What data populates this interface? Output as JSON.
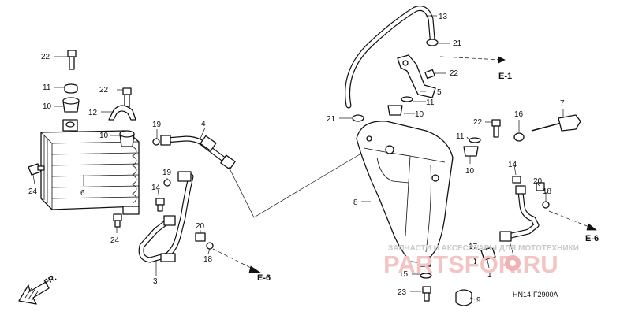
{
  "callouts": [
    {
      "id": "c13",
      "text": "13"
    },
    {
      "id": "c21a",
      "text": "21"
    },
    {
      "id": "c22a",
      "text": "22"
    },
    {
      "id": "c5",
      "text": "5"
    },
    {
      "id": "c11a",
      "text": "11"
    },
    {
      "id": "c10a",
      "text": "10"
    },
    {
      "id": "c21b",
      "text": "21"
    },
    {
      "id": "c7",
      "text": "7"
    },
    {
      "id": "c16",
      "text": "16"
    },
    {
      "id": "c22b",
      "text": "22"
    },
    {
      "id": "c11b",
      "text": "11"
    },
    {
      "id": "c10b",
      "text": "10"
    },
    {
      "id": "c14a",
      "text": "14"
    },
    {
      "id": "c20a",
      "text": "20"
    },
    {
      "id": "c18a",
      "text": "18"
    },
    {
      "id": "c8",
      "text": "8"
    },
    {
      "id": "c17",
      "text": "17"
    },
    {
      "id": "c1",
      "text": "1"
    },
    {
      "id": "c2",
      "text": "2"
    },
    {
      "id": "c15",
      "text": "15"
    },
    {
      "id": "c23",
      "text": "23"
    },
    {
      "id": "c9",
      "text": "9"
    },
    {
      "id": "c22c",
      "text": "22"
    },
    {
      "id": "c11c",
      "text": "11"
    },
    {
      "id": "c10c",
      "text": "10"
    },
    {
      "id": "c22d",
      "text": "22"
    },
    {
      "id": "c12",
      "text": "12"
    },
    {
      "id": "c10d",
      "text": "10"
    },
    {
      "id": "c24a",
      "text": "24"
    },
    {
      "id": "c6",
      "text": "6"
    },
    {
      "id": "c24b",
      "text": "24"
    },
    {
      "id": "c19a",
      "text": "19"
    },
    {
      "id": "c4",
      "text": "4"
    },
    {
      "id": "c19b",
      "text": "19"
    },
    {
      "id": "c14b",
      "text": "14"
    },
    {
      "id": "c20b",
      "text": "20"
    },
    {
      "id": "c18b",
      "text": "18"
    },
    {
      "id": "c3",
      "text": "3"
    }
  ],
  "references": {
    "e1_top": "E-1",
    "e6_left": "E-6",
    "e6_right": "E-6"
  },
  "front_label": "FR.",
  "diagram_code": "HN14-F2900A",
  "watermark": {
    "tagline": "ЗАПЧАСТИ И АКСЕССУАРЫ ДЛЯ МОТОТЕХНИКИ",
    "brand": "PARTSFOR.RU"
  }
}
